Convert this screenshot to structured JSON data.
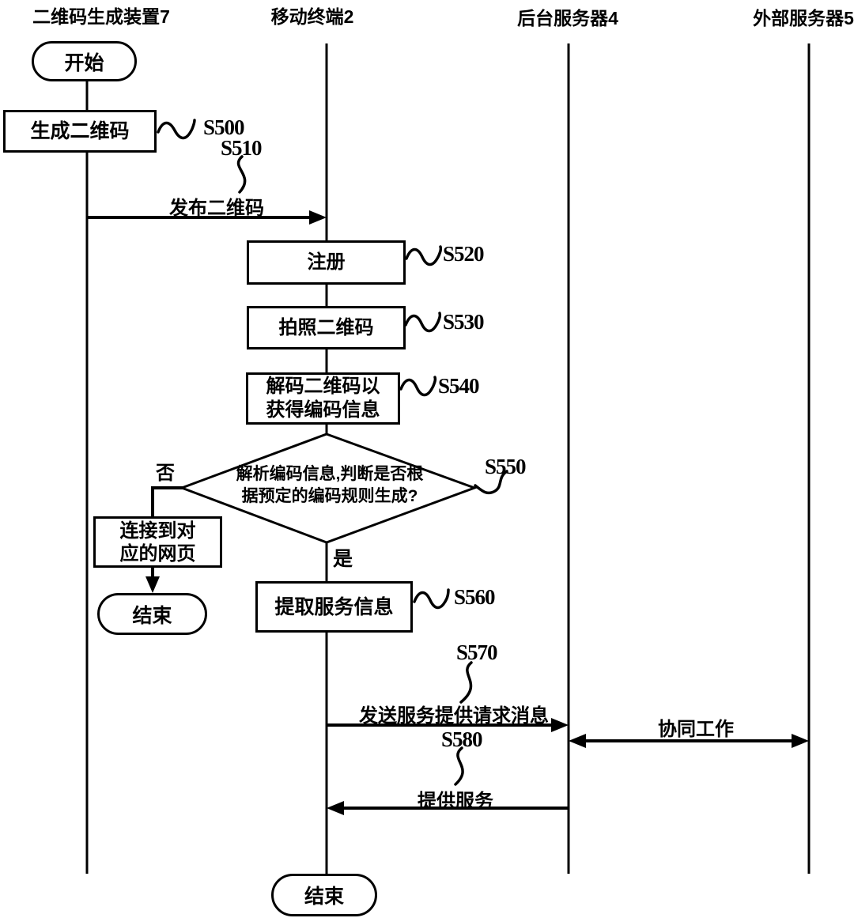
{
  "lanes": [
    {
      "label": "二维码生成装置7"
    },
    {
      "label": "移动终端2"
    },
    {
      "label": "后台服务器4"
    },
    {
      "label": "外部服务器5"
    }
  ],
  "nodes": {
    "start": "开始",
    "generate": "生成二维码",
    "register": "注册",
    "photo": "拍照二维码",
    "decode_line1": "解码二维码以",
    "decode_line2": "获得编码信息",
    "decision_line1": "解析编码信息,判断是否根",
    "decision_line2": "据预定的编码规则生成?",
    "connect_line1": "连接到对",
    "connect_line2": "应的网页",
    "end_left": "结束",
    "extract": "提取服务信息",
    "end_bottom": "结束"
  },
  "edges": {
    "publish": "发布二维码",
    "send_request": "发送服务提供请求消息",
    "cooperate": "协同工作",
    "provide": "提供服务"
  },
  "branches": {
    "no": "否",
    "yes": "是"
  },
  "steps": [
    "S500",
    "S510",
    "S520",
    "S530",
    "S540",
    "S550",
    "S560",
    "S570",
    "S580"
  ],
  "colors": {
    "ink": "#000000",
    "background": "#ffffff"
  }
}
